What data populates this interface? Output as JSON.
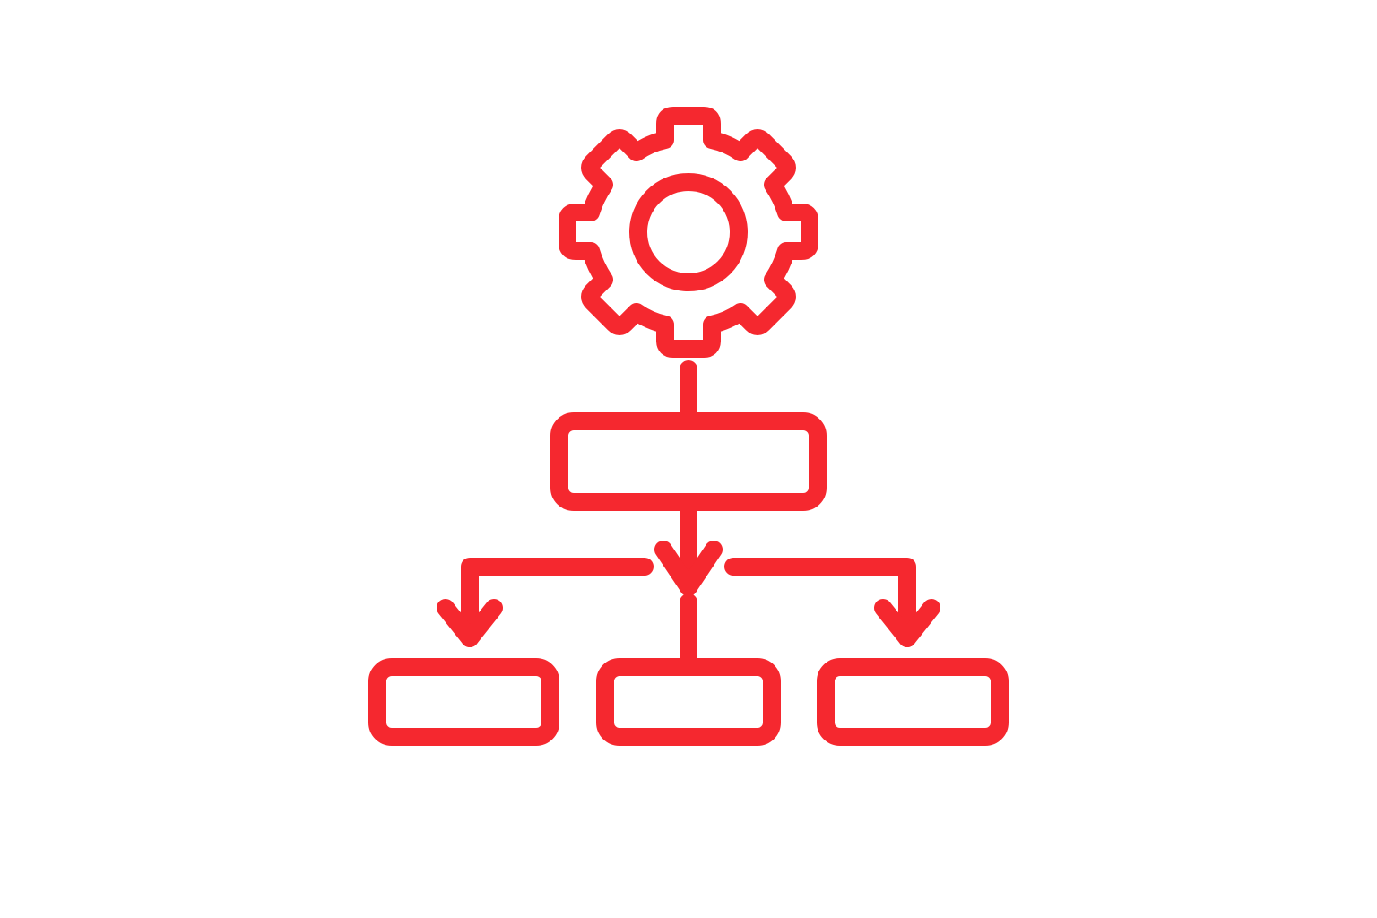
{
  "colors": {
    "background": "#ffffff",
    "stroke": "#f5282f"
  },
  "diagram": {
    "icon": "gear-icon",
    "structure": "hierarchy",
    "root": "process-box",
    "children": [
      "child-box-left",
      "child-box-center",
      "child-box-right"
    ]
  }
}
